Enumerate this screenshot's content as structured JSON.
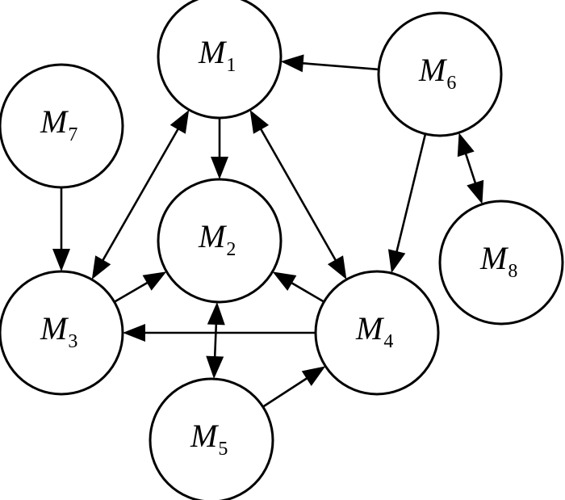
{
  "nodes": [
    {
      "id": "M1",
      "letter": "M",
      "sub": "1"
    },
    {
      "id": "M2",
      "letter": "M",
      "sub": "2"
    },
    {
      "id": "M3",
      "letter": "M",
      "sub": "3"
    },
    {
      "id": "M4",
      "letter": "M",
      "sub": "4"
    },
    {
      "id": "M5",
      "letter": "M",
      "sub": "5"
    },
    {
      "id": "M6",
      "letter": "M",
      "sub": "6"
    },
    {
      "id": "M7",
      "letter": "M",
      "sub": "7"
    },
    {
      "id": "M8",
      "letter": "M",
      "sub": "8"
    }
  ],
  "edges": [
    {
      "from": "M6",
      "to": "M1",
      "bidirectional": false
    },
    {
      "from": "M1",
      "to": "M2",
      "bidirectional": false
    },
    {
      "from": "M7",
      "to": "M3",
      "bidirectional": false
    },
    {
      "from": "M6",
      "to": "M4",
      "bidirectional": false
    },
    {
      "from": "M3",
      "to": "M2",
      "bidirectional": false
    },
    {
      "from": "M4",
      "to": "M2",
      "bidirectional": false
    },
    {
      "from": "M4",
      "to": "M3",
      "bidirectional": false
    },
    {
      "from": "M5",
      "to": "M4",
      "bidirectional": false
    },
    {
      "from": "M3",
      "to": "M1",
      "bidirectional": true
    },
    {
      "from": "M4",
      "to": "M1",
      "bidirectional": true
    },
    {
      "from": "M2",
      "to": "M5",
      "bidirectional": true
    },
    {
      "from": "M6",
      "to": "M8",
      "bidirectional": true
    }
  ]
}
